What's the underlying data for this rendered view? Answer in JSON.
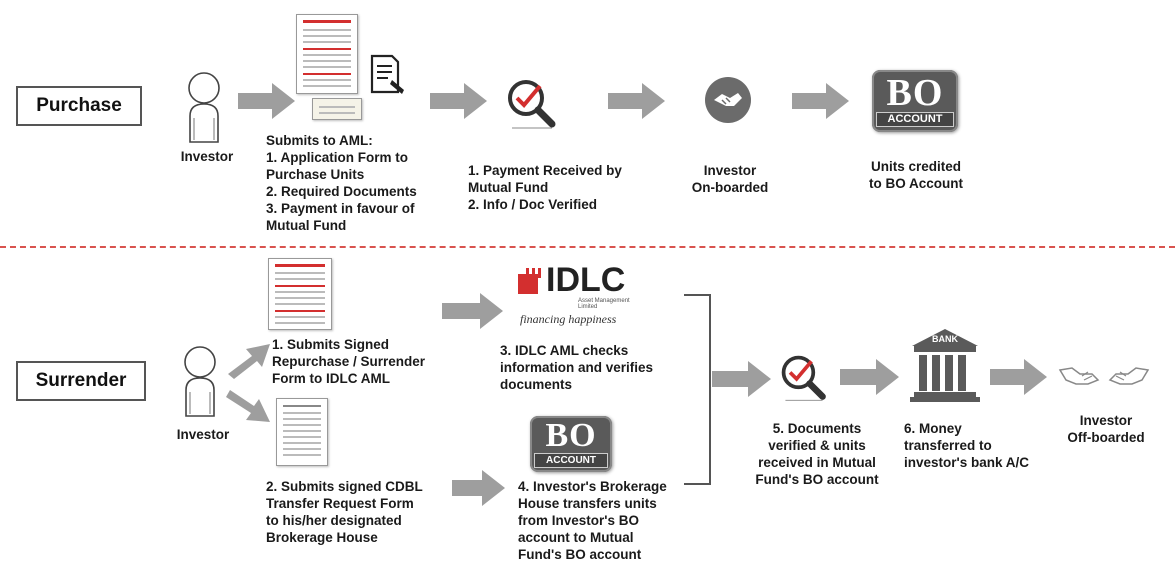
{
  "purchase": {
    "stage_label": "Purchase",
    "investor_label": "Investor",
    "step1_lines": [
      "Submits to AML:",
      "1. Application Form to",
      "Purchase Units",
      "2. Required Documents",
      "3. Payment in favour of",
      "Mutual Fund"
    ],
    "step2_lines": [
      "1. Payment Received by",
      "Mutual Fund",
      "2. Info / Doc Verified"
    ],
    "step3_lines": [
      "Investor",
      "On-boarded"
    ],
    "step4_lines": [
      "Units credited",
      "to BO Account"
    ]
  },
  "surrender": {
    "stage_label": "Surrender",
    "investor_label": "Investor",
    "step1_lines": [
      "1. Submits Signed",
      "Repurchase / Surrender",
      "Form to IDLC AML"
    ],
    "step2_lines": [
      "2. Submits signed CDBL",
      "Transfer Request Form",
      "to his/her designated",
      "Brokerage House"
    ],
    "step3_lines": [
      "3. IDLC AML checks",
      "information and verifies",
      "documents"
    ],
    "step4_lines": [
      "4. Investor's Brokerage",
      "House transfers units",
      "from Investor's BO",
      "account to Mutual",
      "Fund's BO account"
    ],
    "step5_lines": [
      "5. Documents",
      "verified & units",
      "received in Mutual",
      "Fund's BO account"
    ],
    "step6_lines": [
      "6. Money",
      "transferred to",
      "investor's bank A/C"
    ],
    "step7_lines": [
      "Investor",
      "Off-boarded"
    ]
  },
  "logos": {
    "bo_big": "BO",
    "bo_small": "ACCOUNT",
    "idlc_name": "IDLC",
    "idlc_sub": "Asset Management Limited",
    "idlc_tagline": "financing happiness",
    "bank_label": "BANK"
  },
  "colors": {
    "arrow": "#9e9e9e",
    "divider": "#d9534f",
    "accent_red": "#d32f2f",
    "icon_dark": "#5a5a5a"
  },
  "icons": [
    "person-icon",
    "form-document-icon",
    "signed-document-icon",
    "magnifier-check-icon",
    "handshake-icon",
    "bo-account-logo",
    "idlc-logo",
    "bank-icon"
  ]
}
